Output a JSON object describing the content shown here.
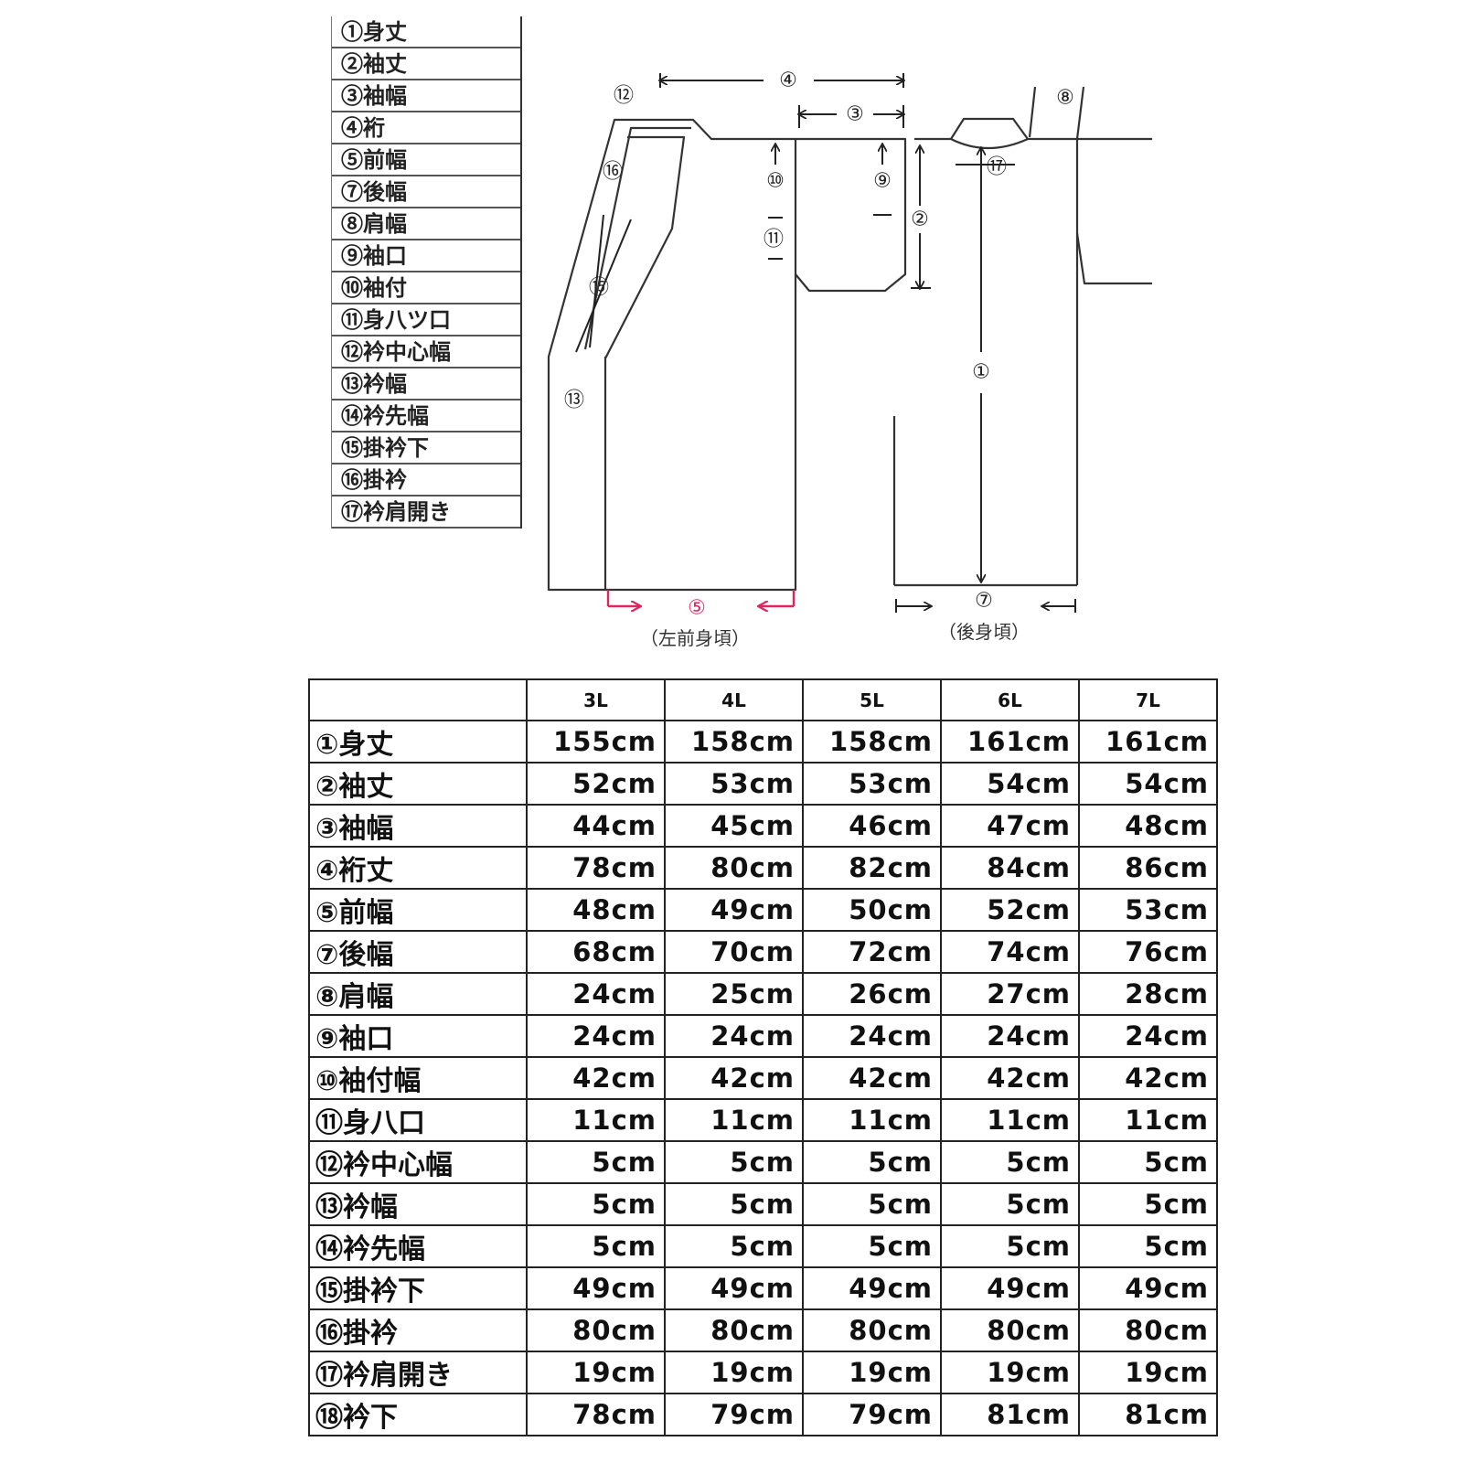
{
  "legend": [
    "①身丈",
    "②袖丈",
    "③袖幅",
    "④裄",
    "⑤前幅",
    "⑦後幅",
    "⑧肩幅",
    "⑨袖口",
    "⑩袖付",
    "⑪身八ツ口",
    "⑫衿中心幅",
    "⑬衿幅",
    "⑭衿先幅",
    "⑮掛衿下",
    "⑯掛衿",
    "⑰衿肩開き"
  ],
  "diagram": {
    "markers": [
      "①",
      "②",
      "③",
      "④",
      "⑤",
      "⑦",
      "⑧",
      "⑨",
      "⑩",
      "⑪",
      "⑫",
      "⑬",
      "⑮",
      "⑯",
      "⑰"
    ],
    "front_caption": "（左前身頃）",
    "back_caption": "（後身頃）",
    "accent_color": "#e0245e"
  },
  "table": {
    "columns": [
      "3L",
      "4L",
      "5L",
      "6L",
      "7L"
    ],
    "rows": [
      {
        "label": "①身丈",
        "values": [
          "155cm",
          "158cm",
          "158cm",
          "161cm",
          "161cm"
        ]
      },
      {
        "label": "②袖丈",
        "values": [
          "52cm",
          "53cm",
          "53cm",
          "54cm",
          "54cm"
        ]
      },
      {
        "label": "③袖幅",
        "values": [
          "44cm",
          "45cm",
          "46cm",
          "47cm",
          "48cm"
        ]
      },
      {
        "label": "④裄丈",
        "values": [
          "78cm",
          "80cm",
          "82cm",
          "84cm",
          "86cm"
        ]
      },
      {
        "label": "⑤前幅",
        "values": [
          "48cm",
          "49cm",
          "50cm",
          "52cm",
          "53cm"
        ]
      },
      {
        "label": "⑦後幅",
        "values": [
          "68cm",
          "70cm",
          "72cm",
          "74cm",
          "76cm"
        ]
      },
      {
        "label": "⑧肩幅",
        "values": [
          "24cm",
          "25cm",
          "26cm",
          "27cm",
          "28cm"
        ]
      },
      {
        "label": "⑨袖口",
        "values": [
          "24cm",
          "24cm",
          "24cm",
          "24cm",
          "24cm"
        ]
      },
      {
        "label": "⑩袖付幅",
        "values": [
          "42cm",
          "42cm",
          "42cm",
          "42cm",
          "42cm"
        ]
      },
      {
        "label": "⑪身八口",
        "values": [
          "11cm",
          "11cm",
          "11cm",
          "11cm",
          "11cm"
        ]
      },
      {
        "label": "⑫衿中心幅",
        "values": [
          "5cm",
          "5cm",
          "5cm",
          "5cm",
          "5cm"
        ]
      },
      {
        "label": "⑬衿幅",
        "values": [
          "5cm",
          "5cm",
          "5cm",
          "5cm",
          "5cm"
        ]
      },
      {
        "label": "⑭衿先幅",
        "values": [
          "5cm",
          "5cm",
          "5cm",
          "5cm",
          "5cm"
        ]
      },
      {
        "label": "⑮掛衿下",
        "values": [
          "49cm",
          "49cm",
          "49cm",
          "49cm",
          "49cm"
        ]
      },
      {
        "label": "⑯掛衿",
        "values": [
          "80cm",
          "80cm",
          "80cm",
          "80cm",
          "80cm"
        ]
      },
      {
        "label": "⑰衿肩開き",
        "values": [
          "19cm",
          "19cm",
          "19cm",
          "19cm",
          "19cm"
        ]
      },
      {
        "label": "⑱衿下",
        "values": [
          "78cm",
          "79cm",
          "79cm",
          "81cm",
          "81cm"
        ]
      }
    ]
  }
}
